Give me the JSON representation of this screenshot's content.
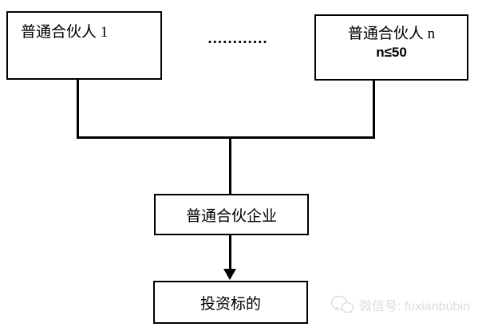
{
  "diagram": {
    "background": "#ffffff",
    "line_color": "#000000",
    "box_gp1": {
      "label": "普通合伙人 1"
    },
    "ellipsis": "............",
    "box_gpn": {
      "label": "普通合伙人 n",
      "sublabel": "n≤50"
    },
    "box_enterprise": {
      "label": "普通合伙企业"
    },
    "box_target": {
      "label": "投资标的"
    }
  },
  "watermark": {
    "text": "微信号: fuxianbubin",
    "icon": "wechat-chat-bubbles-icon",
    "color": "#dcdcdc"
  }
}
